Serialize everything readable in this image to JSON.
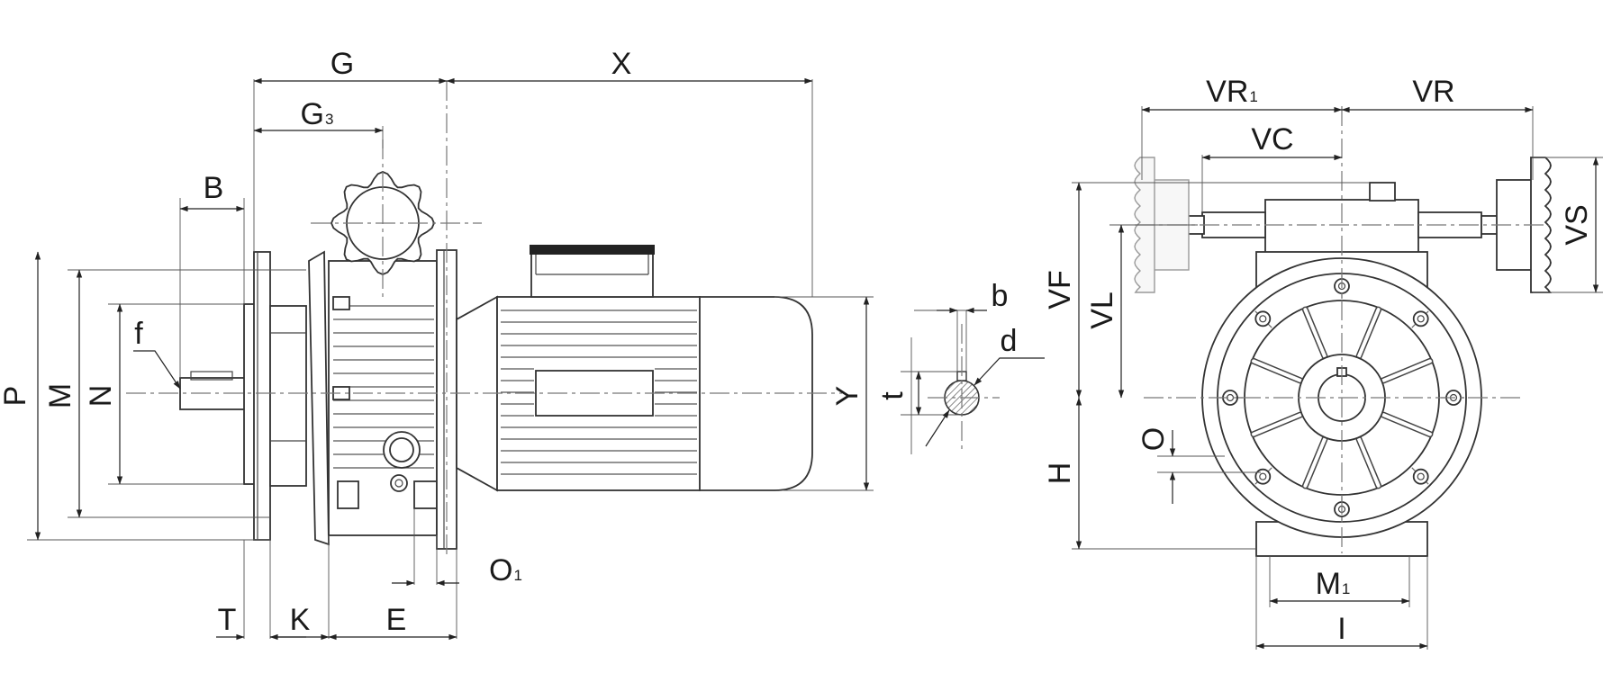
{
  "dims_side": {
    "G": "G",
    "G3": "G",
    "G3_sub": "3",
    "X": "X",
    "B": "B",
    "f": "f",
    "P": "P",
    "M": "M",
    "N": "N",
    "Y": "Y",
    "T": "T",
    "K": "K",
    "E": "E",
    "O1": "O",
    "O1_sub": "1"
  },
  "dims_shaft": {
    "b": "b",
    "d": "d",
    "t": "t"
  },
  "dims_front": {
    "VR1": "VR",
    "VR1_sub": "1",
    "VR": "VR",
    "VC": "VC",
    "VS": "VS",
    "VF": "VF",
    "VL": "VL",
    "H": "H",
    "O": "O",
    "M1": "M",
    "M1_sub": "1",
    "I": "I"
  }
}
